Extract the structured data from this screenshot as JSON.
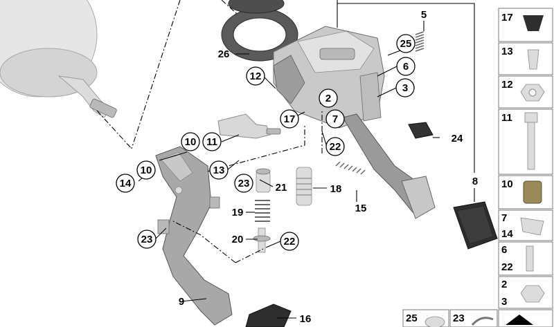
{
  "callouts": {
    "c2": "2",
    "c3": "3",
    "c5": "5",
    "c6": "6",
    "c7": "7",
    "c8": "8",
    "c9": "9",
    "c10a": "10",
    "c10b": "10",
    "c11": "11",
    "c12": "12",
    "c13": "13",
    "c14": "14",
    "c15": "15",
    "c16": "16",
    "c17": "17",
    "c18": "18",
    "c19": "19",
    "c20": "20",
    "c21": "21",
    "c22a": "22",
    "c22b": "22",
    "c23a": "23",
    "c23b": "23",
    "c24": "24",
    "c25": "25",
    "c26": "26"
  },
  "legend": {
    "r1": "17",
    "r2": "13",
    "r3": "12",
    "r4": "11",
    "r5": "10",
    "r6a": "7",
    "r6b": "14",
    "r7a": "6",
    "r7b": "22",
    "r8a": "2",
    "r8b": "3"
  },
  "bottom_tiles": {
    "t1": "25",
    "t2": "23"
  }
}
